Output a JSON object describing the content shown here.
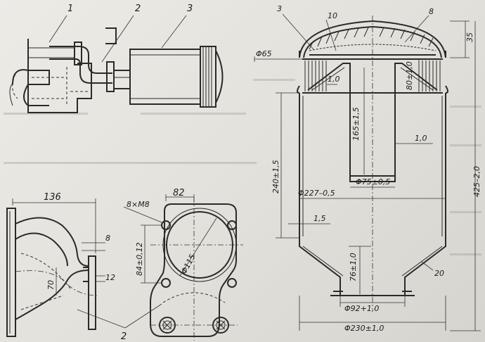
{
  "callouts": {
    "fig1_1": "1",
    "fig1_2": "2",
    "fig1_3": "3",
    "fig2_3": "3",
    "fig2_10": "10",
    "fig2_8": "8",
    "part_2": "2",
    "part_20": "20"
  },
  "dimensions": {
    "d_35": "35",
    "d_phi65": "Φ65",
    "d_10_wall": "1,0",
    "d_80": "80±1,0",
    "d_165": "165±1,5",
    "d_10_right": "1,0",
    "d_240": "240±1,5",
    "d_425": "425–2,0",
    "d_phi75": "Φ75±0,5",
    "d_phi227": "Φ227–0,5",
    "d_15": "1,5",
    "d_76": "76±1,0",
    "d_phi92": "Φ92+1,0",
    "d_phi230": "Φ230±1,0",
    "d_136": "136",
    "d_8": "8",
    "d_12": "12",
    "d_70": "70",
    "d_8xM8": "8×M8",
    "d_82": "82",
    "d_84": "84±0,12",
    "d_phi115": "Φ115"
  }
}
